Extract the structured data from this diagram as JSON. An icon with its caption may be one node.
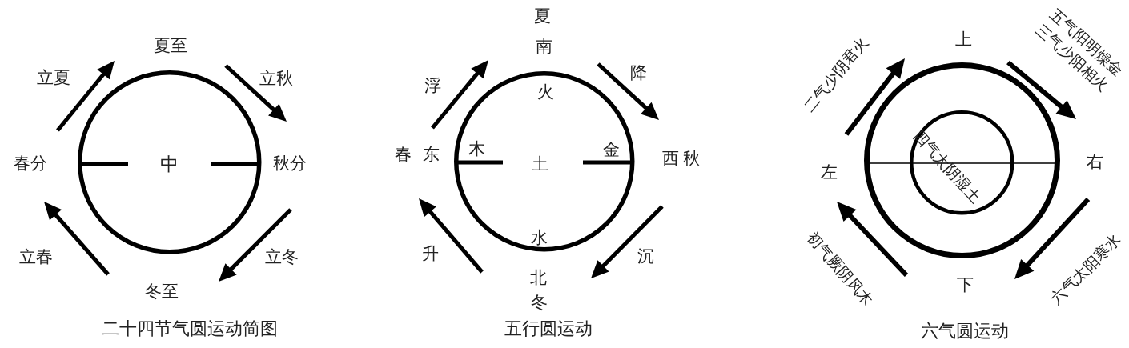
{
  "diagram": {
    "nodes": [
      {
        "text": [
          "中"
        ]
      },
      {
        "text": [
          "火",
          "木",
          "土",
          "金",
          "水"
        ]
      },
      {
        "text": [],
        "shape": "circle"
      },
      {
        "text": [
          "四气太阴湿土"
        ],
        "in": 2
      }
    ],
    "labels": [
      "夏至",
      "立夏",
      "立秋",
      "春分",
      "秋分",
      "立春",
      "立冬",
      "冬至",
      "二十四节气圆运动简图",
      "夏",
      "南",
      "浮",
      "降",
      "春",
      "东",
      "西",
      "秋",
      "升",
      "沉",
      "北",
      "冬",
      "五行圆运动",
      "五气阳明燥金",
      "三气少阳相火",
      "上",
      "二气少阴君火",
      "左",
      "右",
      "初气厥阴风木",
      "六气太阳寒水",
      "下",
      "六气圆运动"
    ]
  }
}
